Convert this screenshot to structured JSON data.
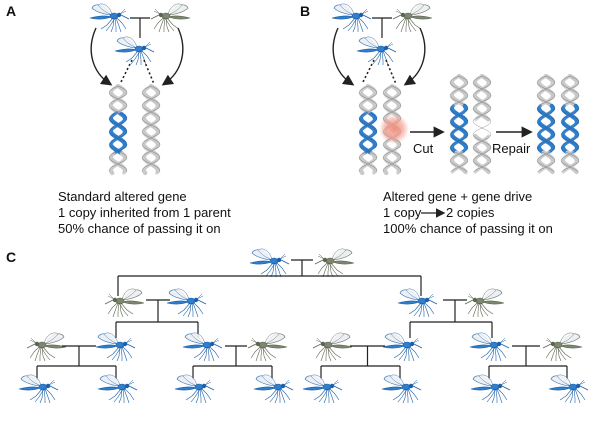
{
  "panels": {
    "a": {
      "letter": "A",
      "caption": [
        "Standard altered gene",
        "1 copy inherited from 1 parent",
        "50% chance of passing it on"
      ]
    },
    "b": {
      "letter": "B",
      "caption_line1": "Altered gene + gene drive",
      "caption_line2_left": "1 copy",
      "caption_line2_right": "2 copies",
      "caption_line3": "100% chance of passing it on",
      "cut_label": "Cut",
      "repair_label": "Repair"
    },
    "c": {
      "letter": "C"
    }
  },
  "colors": {
    "altered": "#2f7fcf",
    "altered_dark": "#1d5fa8",
    "wild": "#7e8870",
    "wild_dark": "#5c6552",
    "dna_gray": "#c9c9c9",
    "dna_outline": "#444444",
    "cut_highlight": "#f4a090",
    "line": "#222222"
  },
  "pedigree": {
    "generations": [
      {
        "parents": [
          "altered",
          "wild"
        ]
      },
      {
        "couples": [
          [
            "wild",
            "altered"
          ],
          [
            "altered",
            "wild"
          ]
        ]
      },
      {
        "couples": [
          [
            "wild",
            "altered"
          ],
          [
            "altered",
            "wild"
          ],
          [
            "wild",
            "altered"
          ],
          [
            "altered",
            "wild"
          ]
        ]
      },
      {
        "offspring": [
          "altered",
          "altered",
          "altered",
          "altered",
          "altered",
          "altered",
          "altered",
          "altered"
        ]
      }
    ]
  }
}
